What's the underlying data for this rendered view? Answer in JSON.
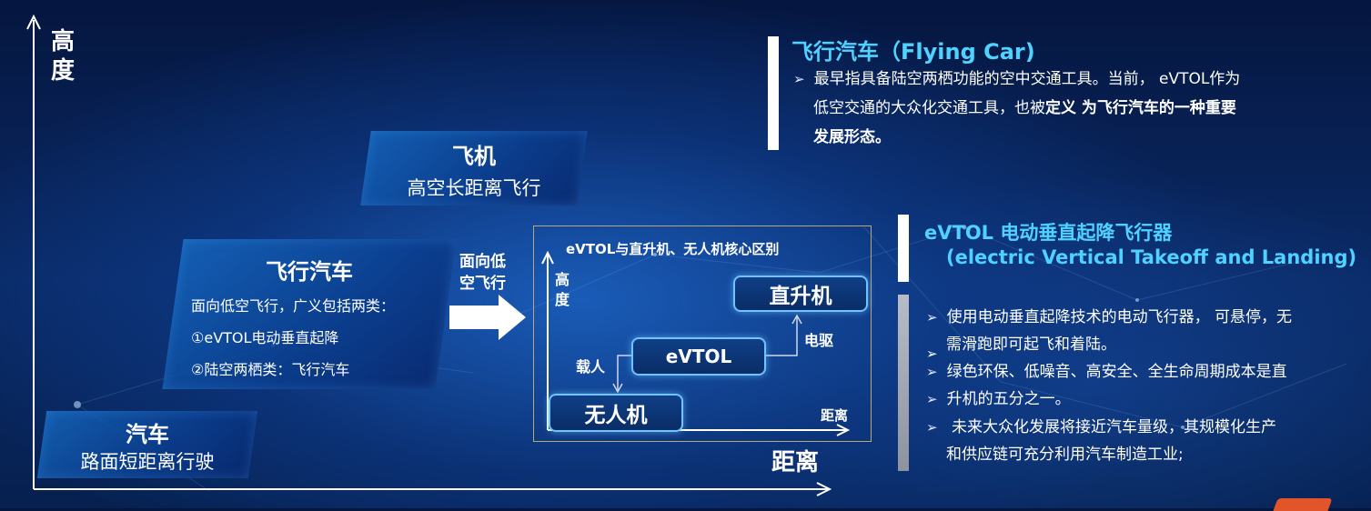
{
  "axes": {
    "y_label_line1": "高",
    "y_label_line2": "度",
    "x_label": "距离"
  },
  "boxes": {
    "plane": {
      "title": "飞机",
      "subtitle": "高空长距离飞行"
    },
    "flying_car": {
      "title": "飞行汽车",
      "line1": "面向低空飞行，广义包括两类：",
      "line2": "①eVTOL电动垂直起降",
      "line3": "②陆空两栖类：飞行汽车"
    },
    "car": {
      "title": "汽车",
      "subtitle": "路面短距离行驶"
    }
  },
  "arrow_label": {
    "line1": "面向低",
    "line2": "空飞行"
  },
  "inset": {
    "title": "eVTOL与直升机、无人机核心区别",
    "y_label_line1": "高",
    "y_label_line2": "度",
    "x_label": "距离",
    "helicopter": "直升机",
    "evtol": "eVTOL",
    "drone": "无人机",
    "label_electric": "电驱",
    "label_manned": "载人"
  },
  "right_top": {
    "heading": "飞行汽车（Flying Car)",
    "marker": "➢",
    "line1": "最早指具备陆空两栖功能的空中交通工具。当前， eVTOL作为",
    "line2_a": "低空交通的大众化交通工具，也被",
    "line2_b": "定义 为飞行汽车的一种重要",
    "line3": "发展形态。"
  },
  "right_mid": {
    "heading_line1": "eVTOL 电动垂直起降飞行器",
    "heading_line2": "(electric Vertical Takeoff  and Landing)"
  },
  "right_bullets": {
    "marker": "➢",
    "l1": "使用电动垂直起降技术的电动飞行器， 可悬停，无",
    "l2": "需滑跑即可起飞和着陆。",
    "l3": "绿色环保、低噪音、高安全、全生命周期成本是直",
    "l4": "升机的五分之一。",
    "l5": " 未来大众化发展将接近汽车量级，其规模化生产",
    "l6": "和供应链可充分利用汽车制造工业;"
  },
  "colors": {
    "accent_cyan": "#4fd2ff",
    "axis_white": "#ffffff",
    "pill_border": "#6fc3ff"
  }
}
